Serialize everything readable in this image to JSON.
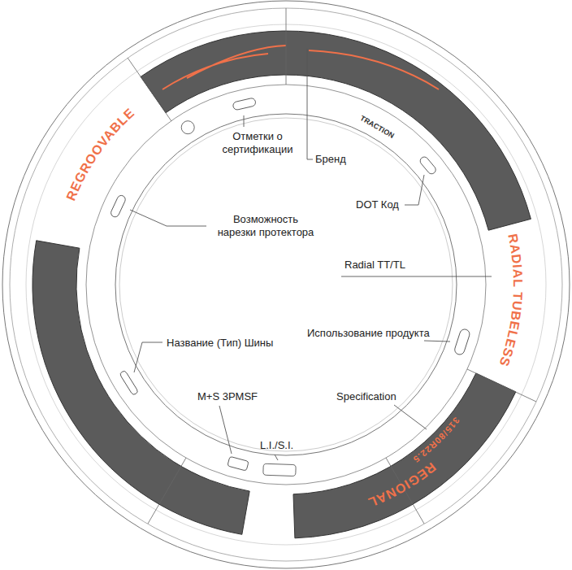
{
  "diagram": {
    "labels": [
      "Отметки о сертификации",
      "Бренд",
      "Возможность нарезки протектора",
      "DOT Код",
      "Radial TT/TL",
      "Название (Тип) Шины",
      "Использование продукта",
      "Specification",
      "M+S 3PMSF",
      "L.I./S.I.",
      "REGROOVABLE",
      "RADIAL TUBELESS",
      "REGIONAL",
      "315/80R22.5",
      "TRACTION"
    ]
  }
}
